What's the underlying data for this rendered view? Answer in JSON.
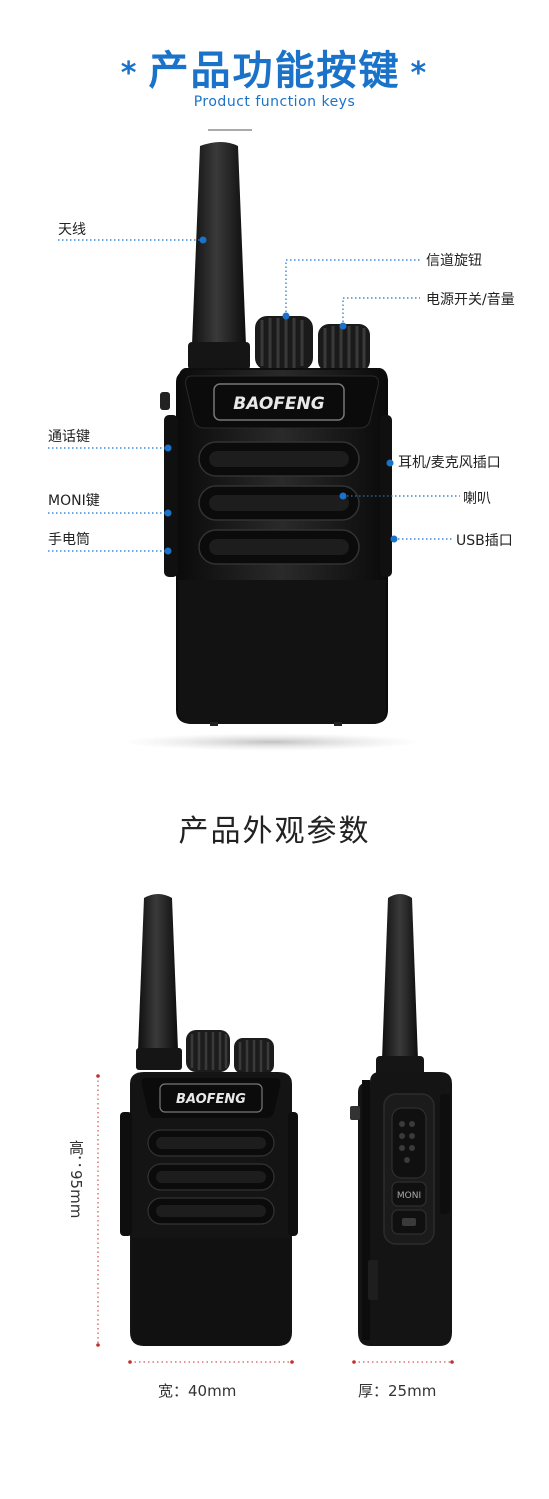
{
  "header": {
    "title": "产品功能按键",
    "star": "*",
    "subtitle": "Product function keys"
  },
  "brand": "BAOFENG",
  "callouts": {
    "antenna": "天线",
    "channel_knob": "信道旋钮",
    "power_volume": "电源开关/音量",
    "ptt_key": "通话键",
    "earphone_port": "耳机/麦克风插口",
    "moni_key": "MONI键",
    "speaker": "喇叭",
    "flashlight": "手电筒",
    "usb_port": "USB插口"
  },
  "section2": {
    "title": "产品外观参数",
    "height": "高：95mm",
    "width": "宽：40mm",
    "thickness": "厚：25mm",
    "side_button": "MONI"
  },
  "colors": {
    "accent": "#1a73c9",
    "device": "#141414"
  }
}
